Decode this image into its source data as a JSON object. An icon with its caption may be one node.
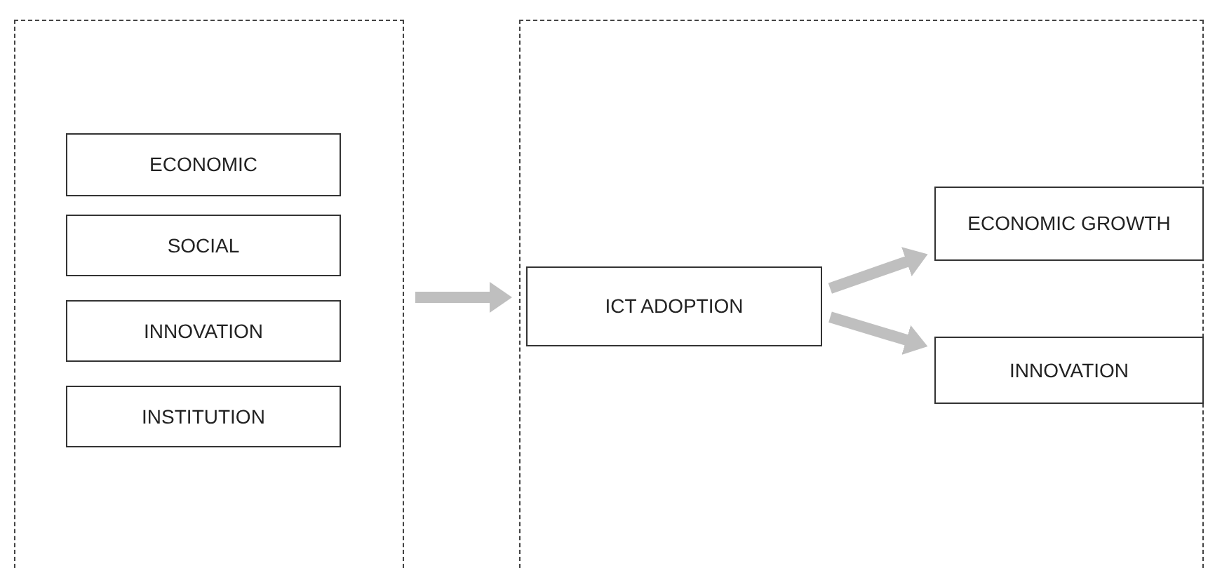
{
  "diagram": {
    "nodes": [
      {
        "text": [],
        "shape": "box"
      },
      {
        "text": [
          "ECONOMIC"
        ],
        "in": 0
      },
      {
        "text": [
          "SOCIAL"
        ],
        "in": 0
      },
      {
        "text": [
          "INNOVATION"
        ],
        "in": 0
      },
      {
        "text": [
          "INSTITUTION"
        ],
        "in": 0
      },
      {
        "text": [],
        "shape": "box"
      },
      {
        "text": [
          "ICT ADOPTION"
        ],
        "in": 5
      },
      {
        "text": [
          "ECONOMIC GROWTH"
        ],
        "in": 5
      },
      {
        "text": [
          "INNOVATION"
        ],
        "in": 5
      }
    ],
    "edges": [
      {
        "from": 0,
        "to": 5,
        "arrow": "to"
      },
      {
        "from": 6,
        "to": 7,
        "arrow": "to"
      },
      {
        "from": 6,
        "to": 8,
        "arrow": "to"
      }
    ]
  }
}
